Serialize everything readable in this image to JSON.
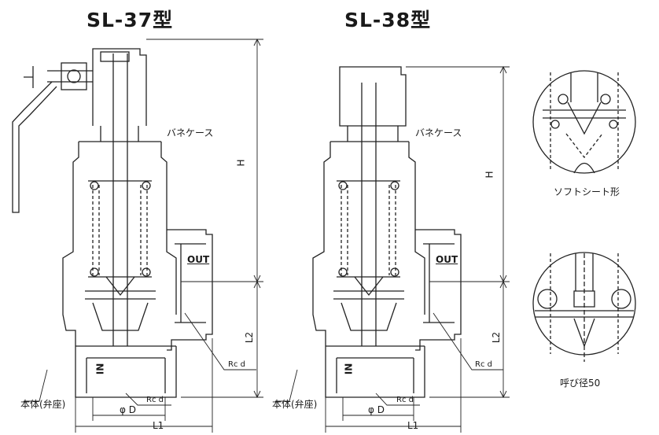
{
  "diagram": {
    "left_title": "SL-37型",
    "right_title": "SL-38型",
    "spring_case": "バネケース",
    "out_label": "OUT",
    "in_label": "IN",
    "dim_h": "H",
    "dim_l2": "L2",
    "dim_l1": "L1",
    "dim_phi_d": "φ D",
    "rc_d": "Rc d",
    "body_label": "本体(弁座)",
    "soft_seat": "ソフトシート形",
    "nominal_50": "呼び径50"
  }
}
